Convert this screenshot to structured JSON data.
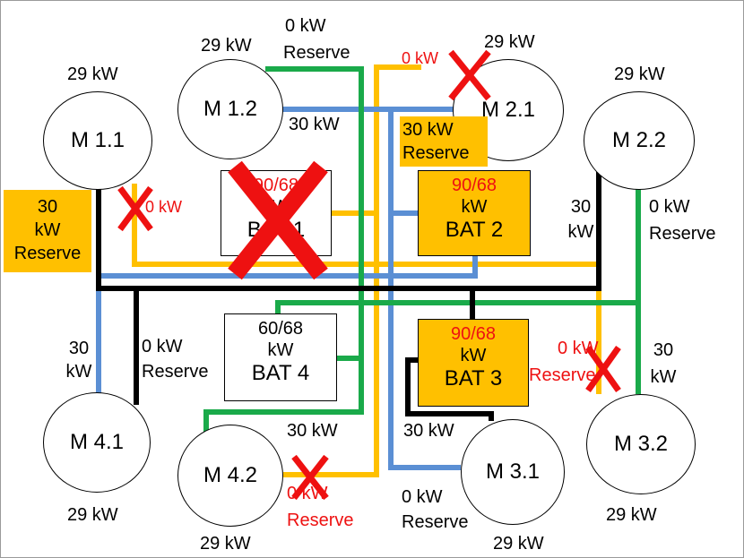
{
  "colors": {
    "accent": "#ffc000",
    "blue": "#5b8fd4",
    "green": "#1aaa4a",
    "black": "#000000",
    "red": "#ee1111"
  },
  "motors": {
    "m11": {
      "label": "M 1.1",
      "power": "29 kW"
    },
    "m12": {
      "label": "M 1.2",
      "power": "29 kW"
    },
    "m21": {
      "label": "M 2.1",
      "power": "29 kW"
    },
    "m22": {
      "label": "M 2.2",
      "power": "29 kW"
    },
    "m41": {
      "label": "M 4.1",
      "power": "29 kW"
    },
    "m42": {
      "label": "M 4.2",
      "power": "29 kW"
    },
    "m31": {
      "label": "M 3.1",
      "power": "29 kW"
    },
    "m32": {
      "label": "M 3.2",
      "power": "29 kW"
    }
  },
  "batteries": {
    "bat1": {
      "charge": "90/68",
      "unit": "kW",
      "name": "BAT 1",
      "failed": true
    },
    "bat2": {
      "charge": "90/68",
      "unit": "kW",
      "name": "BAT 2"
    },
    "bat3": {
      "charge": "90/68",
      "unit": "kW",
      "name": "BAT 3"
    },
    "bat4": {
      "charge": "60/68",
      "unit": "kW",
      "name": "BAT 4"
    }
  },
  "links": {
    "m12_top_value": "0 kW",
    "m12_top_reserve": "Reserve",
    "m12_blue": "30 kW",
    "m21_red": "0 kW",
    "m21_reserve_value": "30 kW",
    "m21_reserve_label": "Reserve",
    "m11_reserve_value": "30",
    "m11_reserve_unit": "kW",
    "m11_reserve_label": "Reserve",
    "m11_red": "0 kW",
    "m22_black_value": "30",
    "m22_black_unit": "kW",
    "m22_green_value": "0 kW",
    "m22_green_label": "Reserve",
    "m41_blue_value": "30",
    "m41_blue_unit": "kW",
    "m41_black_value": "0 kW",
    "m41_black_label": "Reserve",
    "m32_red_value": "0 kW",
    "m32_red_label": "Reserve",
    "m32_green_value": "30",
    "m32_green_unit": "kW",
    "m42_green": "30 kW",
    "m31_black": "30 kW",
    "m42_red_value": "0 kW",
    "m42_red_label": "Reserve",
    "m31_blue_value": "0 kW",
    "m31_blue_label": "Reserve"
  }
}
